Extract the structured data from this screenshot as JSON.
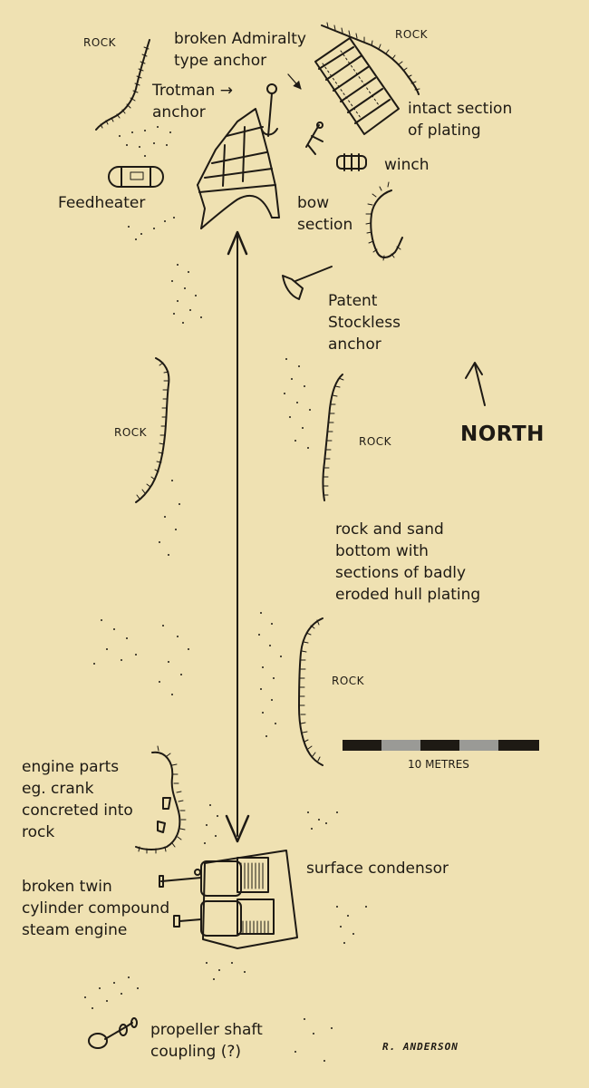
{
  "labels": {
    "rock_top_left": "ROCK",
    "rock_top_right": "ROCK",
    "broken_anchor": "broken Admiralty\ntype anchor",
    "trotman": "Trotman →\nanchor",
    "intact_plating": "intact section\nof plating",
    "winch": "winch",
    "feedheater": "Feedheater",
    "bow_section": "bow\nsection",
    "patent_anchor": "Patent\nStockless\nanchor",
    "rock_mid_left": "ROCK",
    "rock_mid_right": "ROCK",
    "north": "NORTH",
    "rock_sand": "rock and sand\nbottom with\nsections of badly\neroded hull plating",
    "rock_lower": "ROCK",
    "scale": "10 METRES",
    "engine_parts": "engine parts\neg. crank\nconcreted into\nrock",
    "surface_condensor": "surface condensor",
    "steam_engine": "broken twin\ncylinder compound\nsteam engine",
    "propeller": "propeller shaft\ncoupling (?)",
    "signature": "R. ANDERSON"
  },
  "colors": {
    "background": "#efe1b2",
    "ink": "#1e1a14",
    "scale_dark": "#1e1a14",
    "scale_light": "#9a9a96"
  },
  "icons": [
    "north-arrow-icon",
    "anchor-icon",
    "winch-icon",
    "feedheater-icon",
    "steam-engine-icon",
    "propeller-coupling-icon"
  ]
}
